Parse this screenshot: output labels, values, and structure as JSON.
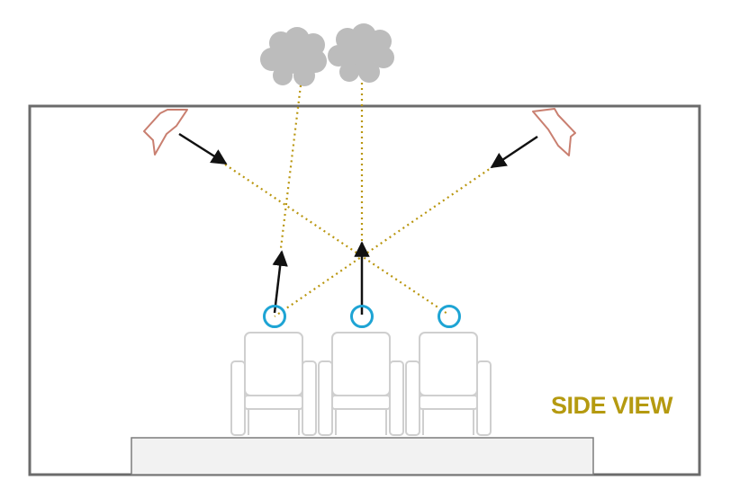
{
  "diagram": {
    "label": "SIDE VIEW",
    "label_color": "#b59a10",
    "components": {
      "room": "room-outline",
      "stage": "riser-platform",
      "seats": [
        "seat-left",
        "seat-center",
        "seat-right"
      ],
      "listener_heads": [
        "listener-head-left",
        "listener-head-center",
        "listener-head-right"
      ],
      "speakers": [
        "speaker-front-left",
        "speaker-front-right"
      ],
      "clouds": [
        "cloud-left",
        "cloud-right"
      ]
    },
    "colors": {
      "room": "#6b6b6b",
      "speaker": "#c97f70",
      "head": "#1ea4d4",
      "reflection_path": "#b9960f",
      "arrow": "#111111",
      "cloud": "#bcbcbc",
      "seat": "#cfcfcf"
    }
  }
}
